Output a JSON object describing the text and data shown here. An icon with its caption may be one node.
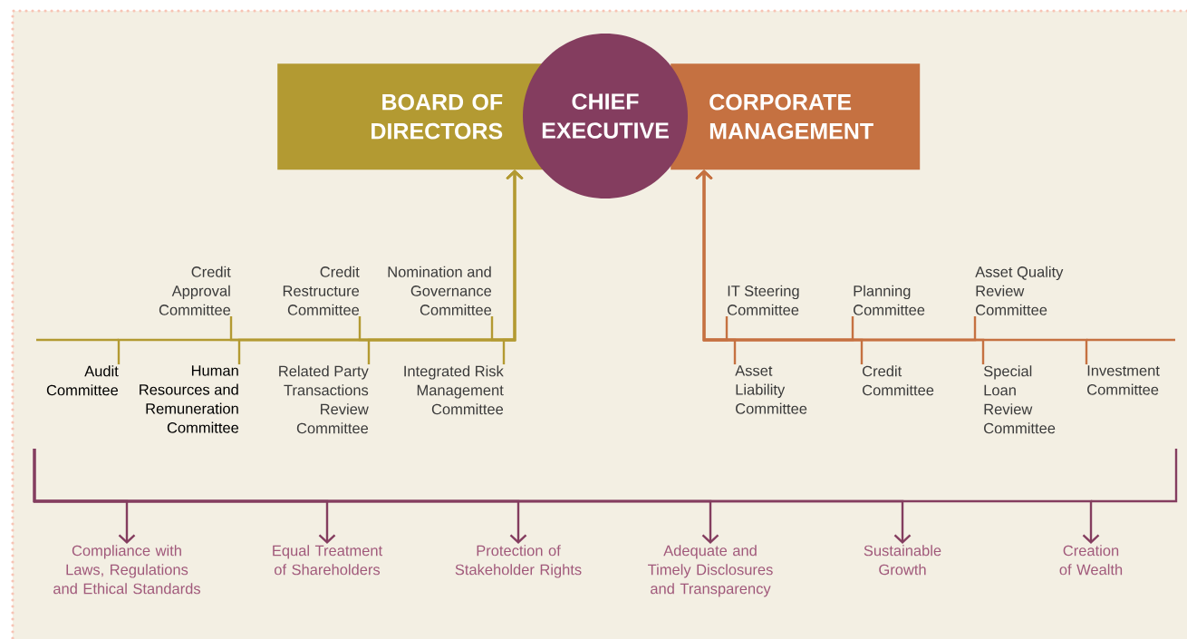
{
  "diagram": {
    "nodes": [
      {
        "text": [
          "BOARD OF DIRECTORS"
        ]
      },
      {
        "text": [
          "CHIEF EXECUTIVE"
        ]
      },
      {
        "text": [
          "CORPORATE MANAGEMENT"
        ]
      },
      {
        "text": [
          "Credit Approval Committee"
        ]
      },
      {
        "text": [
          "Credit Restructure Committee"
        ]
      },
      {
        "text": [
          "Nomination and Governance Committee"
        ]
      },
      {
        "text": [
          "Audit Committee"
        ]
      },
      {
        "text": [
          "Human Resources and Remuneration Committee"
        ]
      },
      {
        "text": [
          "Related Party Transactions Review Committee"
        ]
      },
      {
        "text": [
          "Integrated Risk Management Committee"
        ]
      },
      {
        "text": [
          "IT Steering Committee"
        ]
      },
      {
        "text": [
          "Planning Committee"
        ]
      },
      {
        "text": [
          "Asset Quality Review Committee"
        ]
      },
      {
        "text": [
          "Asset Liability Committee"
        ]
      },
      {
        "text": [
          "Credit Committee"
        ]
      },
      {
        "text": [
          "Special Loan Review Committee"
        ]
      },
      {
        "text": [
          "Investment Committee"
        ]
      },
      {
        "text": [
          "Compliance with Laws, Regulations and Ethical Standards"
        ]
      },
      {
        "text": [
          "Equal Treatment of Shareholders"
        ]
      },
      {
        "text": [
          "Protection of Stakeholder Rights"
        ]
      },
      {
        "text": [
          "Adequate and Timely Disclosures and Transparency"
        ]
      },
      {
        "text": [
          "Sustainable Growth"
        ]
      },
      {
        "text": [
          "Creation of Wealth"
        ]
      }
    ],
    "edges": [
      {
        "from": 3,
        "to": 0,
        "arrow": "to",
        "color": "#b39a32"
      },
      {
        "from": 4,
        "to": 0,
        "arrow": "to",
        "color": "#b39a32"
      },
      {
        "from": 5,
        "to": 0,
        "arrow": "to",
        "color": "#b39a32"
      },
      {
        "from": 6,
        "to": 0,
        "arrow": "to",
        "color": "#b39a32"
      },
      {
        "from": 7,
        "to": 0,
        "arrow": "to",
        "color": "#b39a32"
      },
      {
        "from": 8,
        "to": 0,
        "arrow": "to",
        "color": "#b39a32"
      },
      {
        "from": 9,
        "to": 0,
        "arrow": "to",
        "color": "#b39a32"
      },
      {
        "from": 10,
        "to": 2,
        "arrow": "to",
        "color": "#c57141"
      },
      {
        "from": 11,
        "to": 2,
        "arrow": "to",
        "color": "#c57141"
      },
      {
        "from": 12,
        "to": 2,
        "arrow": "to",
        "color": "#c57141"
      },
      {
        "from": 13,
        "to": 2,
        "arrow": "to",
        "color": "#c57141"
      },
      {
        "from": 14,
        "to": 2,
        "arrow": "to",
        "color": "#c57141"
      },
      {
        "from": 15,
        "to": 2,
        "arrow": "to",
        "color": "#c57141"
      },
      {
        "from": 16,
        "to": 2,
        "arrow": "to",
        "color": "#c57141"
      },
      {
        "from": null,
        "to": 17,
        "arrow": "to",
        "color": "#843d5f"
      },
      {
        "from": null,
        "to": 18,
        "arrow": "to",
        "color": "#843d5f"
      },
      {
        "from": null,
        "to": 19,
        "arrow": "to",
        "color": "#843d5f"
      },
      {
        "from": null,
        "to": 20,
        "arrow": "to",
        "color": "#843d5f"
      },
      {
        "from": null,
        "to": 21,
        "arrow": "to",
        "color": "#843d5f"
      },
      {
        "from": null,
        "to": 22,
        "arrow": "to",
        "color": "#843d5f"
      }
    ]
  }
}
